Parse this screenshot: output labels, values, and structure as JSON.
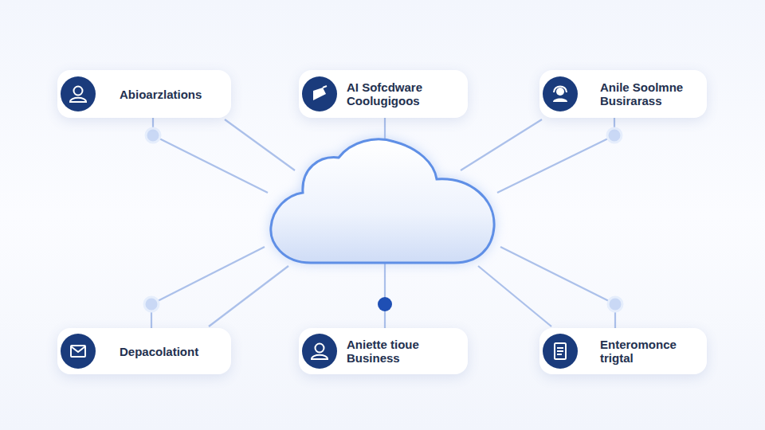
{
  "diagram": {
    "nodes": [
      {
        "text": [
          "Abioarzlations"
        ]
      },
      {
        "text": [
          "AI Sofcdware Coolugigoos"
        ]
      },
      {
        "text": [
          "Anile Soolmne Busirarass"
        ]
      },
      {
        "text": [
          "Depacolationt"
        ]
      },
      {
        "text": [
          "Aniette tioue Business"
        ]
      },
      {
        "text": [
          "Enteromonce trigtal"
        ]
      }
    ]
  }
}
